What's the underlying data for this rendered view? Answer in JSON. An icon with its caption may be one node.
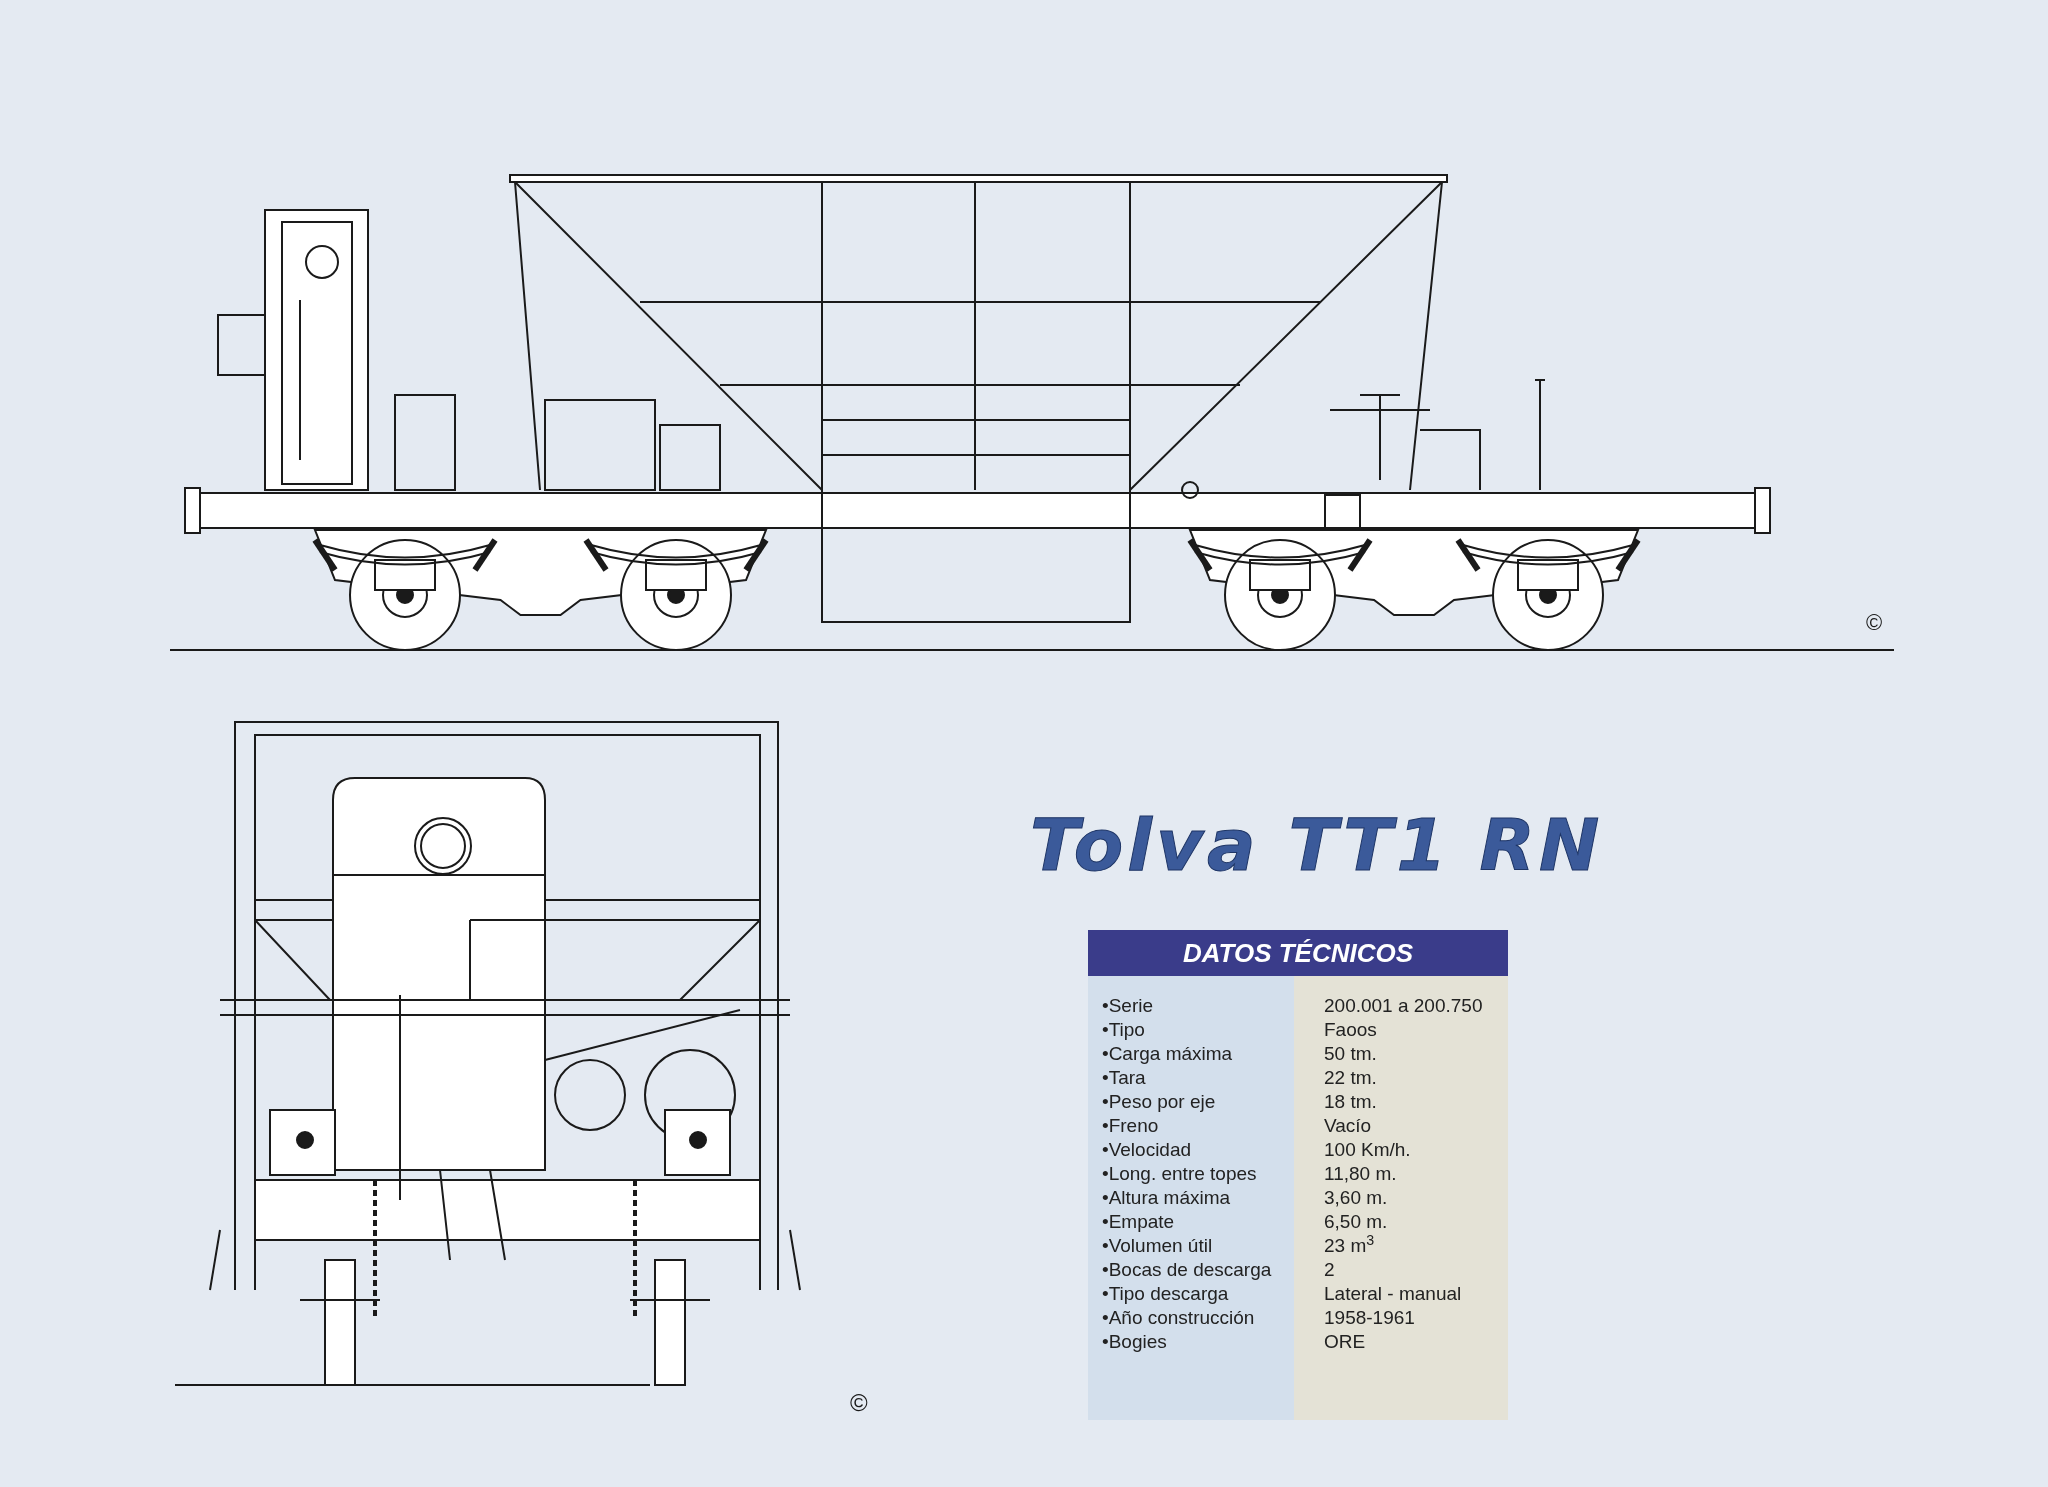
{
  "diagram": {
    "title": "Tolva TT1 RN",
    "labels": [
      "©",
      "DATOS TÉCNICOS",
      "•Serie",
      "200.001 a 200.750",
      "•Tipo",
      "Faoos",
      "•Carga máxima",
      "50 tm.",
      "•Tara",
      "22 tm.",
      "•Peso por eje",
      "18 tm.",
      "•Freno",
      "Vacío",
      "•Velocidad",
      "100 Km/h.",
      "•Long. entre topes",
      "11,80 m.",
      "•Altura máxima",
      "3,60 m.",
      "•Empate",
      "6,50 m.",
      "•Volumen útil",
      "23 m$^{3}$",
      "•Bocas de descarga",
      "2",
      "•Tipo descarga",
      "Lateral - manual",
      "•Año construcción",
      "1958-1961",
      "•Bogies",
      "ORE",
      "©"
    ]
  }
}
